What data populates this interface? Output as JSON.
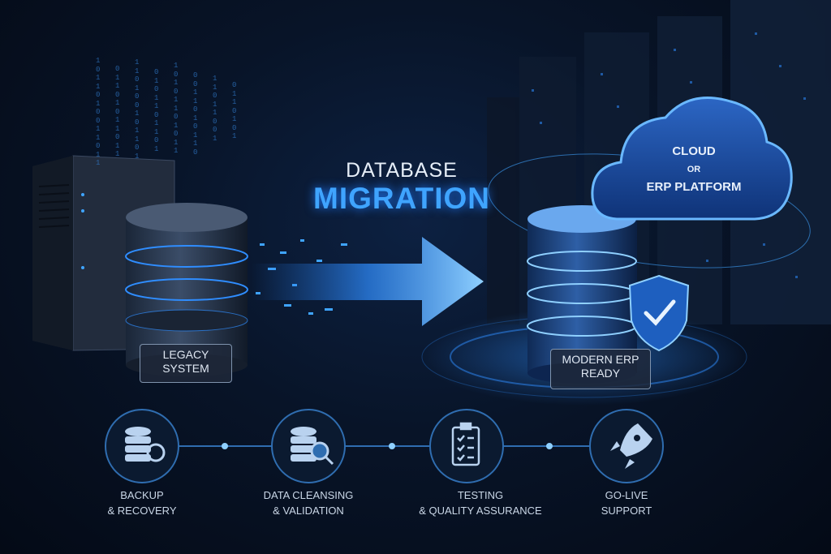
{
  "title": {
    "line1": "DATABASE",
    "line2": "MIGRATION"
  },
  "legacy": {
    "label_line1": "LEGACY",
    "label_line2": "SYSTEM"
  },
  "modern": {
    "label_line1": "MODERN ERP",
    "label_line2": "READY"
  },
  "cloud": {
    "line1": "CLOUD",
    "line2": "OR",
    "line3": "ERP PLATFORM"
  },
  "binary_columns": [
    "1\n0\n1\n1\n0\n1\n0\n0\n1\n1\n0\n1\n1",
    "0\n1\n1\n0\n1\n0\n1\n1\n0\n1\n1",
    "1\n1\n0\n1\n0\n0\n1\n0\n1\n1\n0\n1",
    "0\n1\n0\n1\n1\n0\n1\n1\n0\n1",
    "1\n0\n1\n0\n1\n1\n0\n1\n0\n1\n1",
    "0\n0\n1\n1\n0\n1\n0\n1\n1\n0",
    "1\n1\n0\n1\n1\n0\n0\n1",
    "0\n1\n1\n0\n1\n0\n1"
  ],
  "steps": [
    {
      "line1": "BACKUP",
      "line2": "& RECOVERY",
      "icon": "database-backup-icon"
    },
    {
      "line1": "DATA CLEANSING",
      "line2": "& VALIDATION",
      "icon": "database-search-icon"
    },
    {
      "line1": "TESTING",
      "line2": "& QUALITY ASSURANCE",
      "icon": "checklist-clipboard-icon"
    },
    {
      "line1": "GO-LIVE",
      "line2": "SUPPORT",
      "icon": "rocket-icon"
    }
  ],
  "colors": {
    "accent": "#3fa4ff",
    "background": "#081428"
  }
}
